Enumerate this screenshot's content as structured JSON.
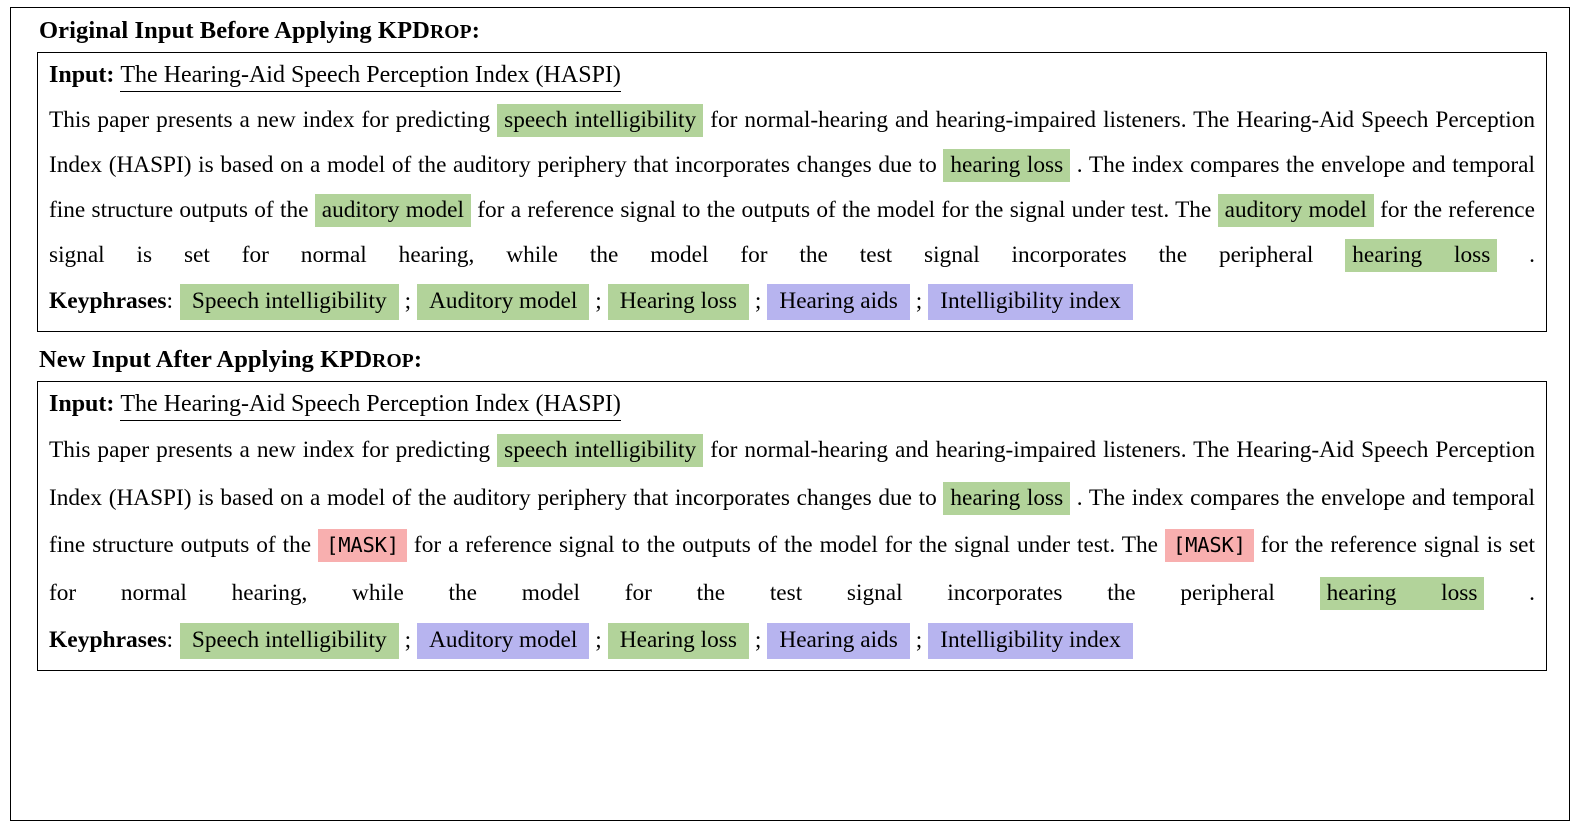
{
  "figure": {
    "colors": {
      "present_keyphrase_green": "#b2d39a",
      "absent_keyphrase_purple": "#b7b4ef",
      "mask_token_pink": "#f8afaf",
      "border": "#000000",
      "background": "#ffffff"
    },
    "sections": [
      {
        "id": "original",
        "caption_prefix": "Original Input Before Applying KPD",
        "caption_smallcaps": "ROP",
        "caption_suffix": ":",
        "input_label": "Input:",
        "input_title": "The Hearing-Aid Speech Perception Index (HASPI)",
        "abstract_runs": [
          {
            "text": "This paper presents a new index for predicting ",
            "style": "plain"
          },
          {
            "text": "speech intelligibility",
            "style": "green"
          },
          {
            "text": " for normal-hearing and hearing-impaired listeners. The Hearing-Aid Speech Perception Index (HASPI) is based on a model of the auditory periphery that incorporates changes due to ",
            "style": "plain"
          },
          {
            "text": "hearing loss",
            "style": "green"
          },
          {
            "text": " . The index compares the envelope and temporal fine structure outputs of the ",
            "style": "plain"
          },
          {
            "text": "auditory model",
            "style": "green"
          },
          {
            "text": " for a reference signal to the outputs of the model for the signal under test. The ",
            "style": "plain"
          },
          {
            "text": "auditory model",
            "style": "green"
          },
          {
            "text": " for the reference signal is set for normal hearing, while the model for the test signal incorporates the peripheral ",
            "style": "plain"
          },
          {
            "text": "hearing loss",
            "style": "green"
          },
          {
            "text": " .",
            "style": "plain"
          }
        ],
        "keyphrases_label": "Keyphrases",
        "keyphrases_colon": ":",
        "keyphrase_separator": ";",
        "keyphrases": [
          {
            "text": "Speech intelligibility",
            "style": "green"
          },
          {
            "text": "Auditory model",
            "style": "green"
          },
          {
            "text": "Hearing loss",
            "style": "green"
          },
          {
            "text": "Hearing aids",
            "style": "purple"
          },
          {
            "text": "Intelligibility index",
            "style": "purple"
          }
        ]
      },
      {
        "id": "after-kpdrop",
        "caption_prefix": "New Input After Applying KPD",
        "caption_smallcaps": "ROP",
        "caption_suffix": ":",
        "input_label": "Input:",
        "input_title": "The Hearing-Aid Speech Perception Index (HASPI)",
        "abstract_runs": [
          {
            "text": "This paper presents a new index for predicting ",
            "style": "plain"
          },
          {
            "text": "speech intelligibility",
            "style": "green"
          },
          {
            "text": " for normal-hearing and hearing-impaired listeners. The Hearing-Aid Speech Perception Index (HASPI) is based on a model of the auditory periphery that incorporates changes due to ",
            "style": "plain"
          },
          {
            "text": "hearing loss",
            "style": "green"
          },
          {
            "text": " . The index compares the envelope and temporal fine structure outputs of the ",
            "style": "plain"
          },
          {
            "text": "[MASK]",
            "style": "pink"
          },
          {
            "text": " for a reference signal to the outputs of the model for the signal under test. The ",
            "style": "plain"
          },
          {
            "text": "[MASK]",
            "style": "pink"
          },
          {
            "text": " for the reference signal is set for normal hearing, while the model for the test signal incorporates the peripheral ",
            "style": "plain"
          },
          {
            "text": "hearing loss",
            "style": "green"
          },
          {
            "text": " .",
            "style": "plain"
          }
        ],
        "keyphrases_label": "Keyphrases",
        "keyphrases_colon": ":",
        "keyphrase_separator": ";",
        "keyphrases": [
          {
            "text": "Speech intelligibility",
            "style": "green"
          },
          {
            "text": "Auditory model",
            "style": "purple"
          },
          {
            "text": "Hearing loss",
            "style": "green"
          },
          {
            "text": "Hearing aids",
            "style": "purple"
          },
          {
            "text": "Intelligibility index",
            "style": "purple"
          }
        ]
      }
    ]
  }
}
